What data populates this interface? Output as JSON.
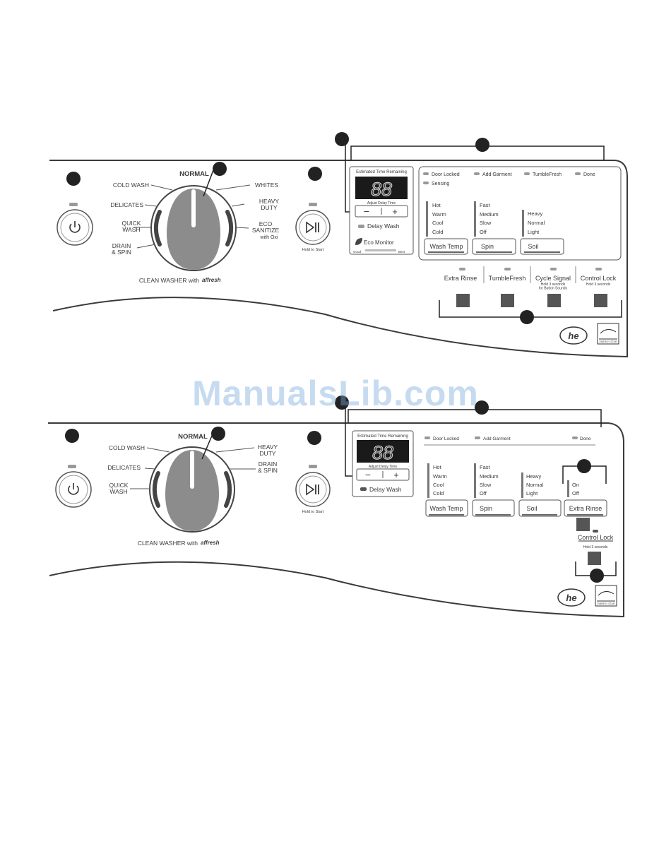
{
  "colors": {
    "ink": "#3a3a3a",
    "callout": "#222222",
    "button": "#555555",
    "display": "#1a1a1a",
    "dial": "#8c8c8c",
    "watermark": "#78aadc"
  },
  "watermark": "ManualsLib.com",
  "panel1": {
    "dial": {
      "top": "NORMAL",
      "left": [
        "COLD WASH",
        "DELICATES",
        "QUICK\nWASH",
        "DRAIN\n& SPIN"
      ],
      "right": [
        "WHITES",
        "HEAVY\nDUTY",
        "ECO\nSANITIZE",
        "with Oxi"
      ],
      "bottom": "CLEAN WASHER with",
      "brand": "affresh"
    },
    "start_hint": "Hold to Start",
    "display": {
      "title": "Estimated Time Remaining",
      "digits": "88",
      "adjust": "Adjust Delay Time",
      "minus": "−",
      "plus": "+",
      "delay": "Delay Wash",
      "eco": "Eco Monitor",
      "good": "Good",
      "best": "Best"
    },
    "status": [
      "Door Locked",
      "Add Garment",
      "TumbleFresh",
      "Done",
      "Sensing"
    ],
    "options": [
      {
        "label": "Wash Temp",
        "levels": [
          "Hot",
          "Warm",
          "Cool",
          "Cold"
        ]
      },
      {
        "label": "Spin",
        "levels": [
          "Fast",
          "Medium",
          "Slow",
          "Off"
        ]
      },
      {
        "label": "Soil",
        "levels": [
          "Heavy",
          "Normal",
          "Light"
        ]
      }
    ],
    "extras": [
      {
        "label": "Extra Rinse",
        "sub": ""
      },
      {
        "label": "TumbleFresh",
        "sub": ""
      },
      {
        "label": "Cycle Signal",
        "sub": "Hold 3 seconds\nfor Button Sounds"
      },
      {
        "label": "Control Lock",
        "sub": "Hold 3 seconds"
      }
    ],
    "he_logo": "he",
    "energy_star": "ENERGY STAR"
  },
  "panel2": {
    "dial": {
      "top": "NORMAL",
      "left": [
        "COLD WASH",
        "DELICATES",
        "QUICK\nWASH"
      ],
      "right": [
        "HEAVY\nDUTY",
        "DRAIN\n& SPIN"
      ],
      "bottom": "CLEAN WASHER with",
      "brand": "affresh"
    },
    "start_hint": "Hold to Start",
    "display": {
      "title": "Estimated Time Remaining",
      "digits": "88",
      "adjust": "Adjust Delay Time",
      "minus": "−",
      "plus": "+",
      "delay": "Delay Wash"
    },
    "status": [
      "Door Locked",
      "Add Garment",
      "Done"
    ],
    "options": [
      {
        "label": "Wash Temp",
        "levels": [
          "Hot",
          "Warm",
          "Cool",
          "Cold"
        ]
      },
      {
        "label": "Spin",
        "levels": [
          "Fast",
          "Medium",
          "Slow",
          "Off"
        ]
      },
      {
        "label": "Soil",
        "levels": [
          "Heavy",
          "Normal",
          "Light"
        ]
      }
    ],
    "extra_rinse": {
      "label": "Extra Rinse",
      "levels": [
        "On",
        "Off"
      ]
    },
    "control_lock": {
      "label": "Control Lock",
      "sub": "Hold 3 seconds"
    },
    "he_logo": "he",
    "energy_star": "ENERGY STAR"
  }
}
